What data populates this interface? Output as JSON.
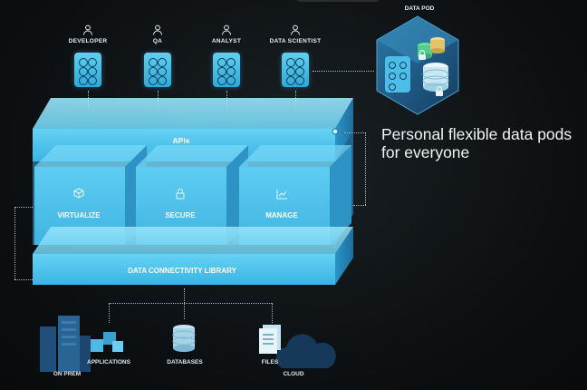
{
  "roles": [
    {
      "name": "person-icon-developer",
      "label": "DEVELOPER"
    },
    {
      "name": "person-icon-qa",
      "label": "QA"
    },
    {
      "name": "person-icon-analyst",
      "label": "ANALYST"
    },
    {
      "name": "person-icon-data-scientist",
      "label": "DATA SCIENTIST"
    }
  ],
  "data_pod": {
    "label": "DATA POD"
  },
  "platform": {
    "apis": "APIs",
    "virtualize": "VIRTUALIZE",
    "secure": "SECURE",
    "manage": "MANAGE",
    "library": "DATA CONNECTIVITY LIBRARY"
  },
  "tagline": {
    "line1": "Personal flexible data pods",
    "line2": "for everyone"
  },
  "sources": {
    "on_prem": "ON PREM",
    "applications": "APPLICATIONS",
    "databases": "DATABASES",
    "files": "FILES",
    "cloud": "CLOUD"
  },
  "colors": {
    "platform_light": "#6fd6f5",
    "platform_mid": "#3db7e6",
    "platform_dark": "#1f87bd",
    "background": "#0d1113"
  }
}
